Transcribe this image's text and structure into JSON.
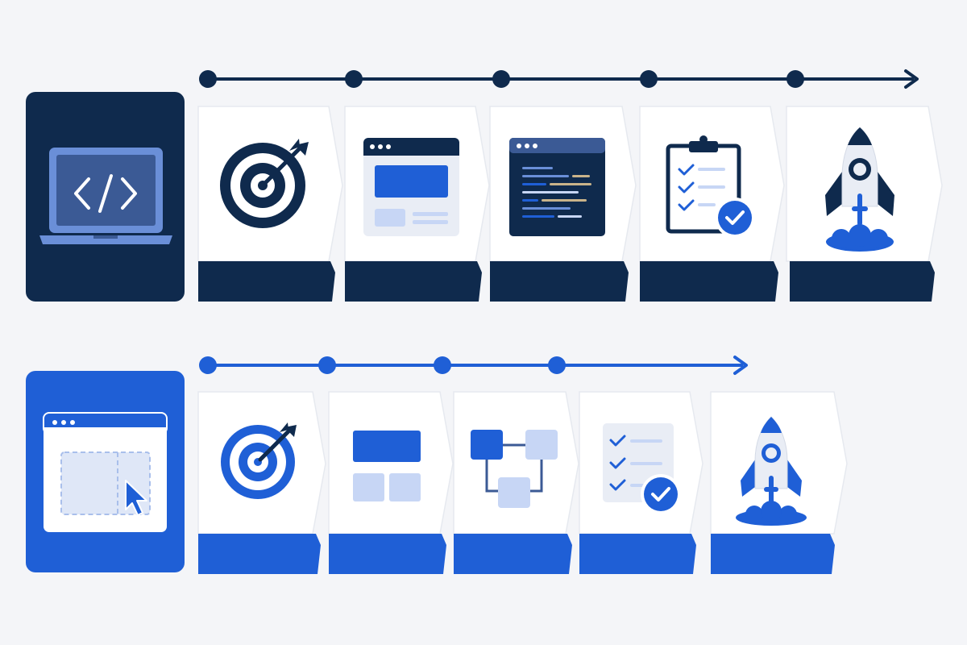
{
  "colors": {
    "background": "#f4f5f8",
    "navy": "#0f2a4d",
    "blue": "#1f5fd6",
    "light_blue": "#c7d6f5",
    "pale_blue": "#dfe7f7",
    "card": "#ffffff",
    "card_border": "#e6e9ef",
    "white": "#ffffff",
    "code_tan": "#c9b38a"
  },
  "rows": [
    {
      "id": "dev",
      "theme": "navy",
      "hero_icon": "laptop-code-icon",
      "timeline_nodes": 5,
      "steps": [
        {
          "icon": "target-icon",
          "label": ""
        },
        {
          "icon": "browser-wireframe-icon",
          "label": ""
        },
        {
          "icon": "code-editor-icon",
          "label": ""
        },
        {
          "icon": "clipboard-checklist-icon",
          "label": ""
        },
        {
          "icon": "rocket-launch-icon",
          "label": ""
        }
      ]
    },
    {
      "id": "nocode",
      "theme": "blue",
      "hero_icon": "browser-drag-drop-icon",
      "timeline_nodes": 4,
      "steps": [
        {
          "icon": "target-icon",
          "label": ""
        },
        {
          "icon": "layout-blocks-icon",
          "label": ""
        },
        {
          "icon": "workflow-diagram-icon",
          "label": ""
        },
        {
          "icon": "checklist-approved-icon",
          "label": ""
        },
        {
          "icon": "rocket-launch-icon",
          "label": ""
        }
      ]
    }
  ]
}
